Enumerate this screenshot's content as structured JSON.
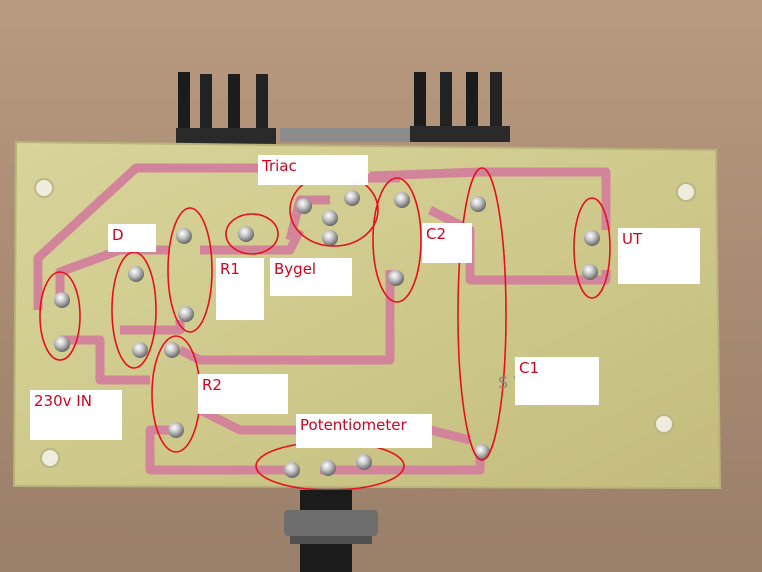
{
  "photo": {
    "board_silkscreen": "S Y",
    "labels": {
      "triac": "Triac",
      "d": "D",
      "r1": "R1",
      "bygel": "Bygel",
      "c2": "C2",
      "ut": "UT",
      "r2": "R2",
      "input": "230v IN",
      "c1": "C1",
      "potentiometer": "Potentiometer"
    }
  }
}
